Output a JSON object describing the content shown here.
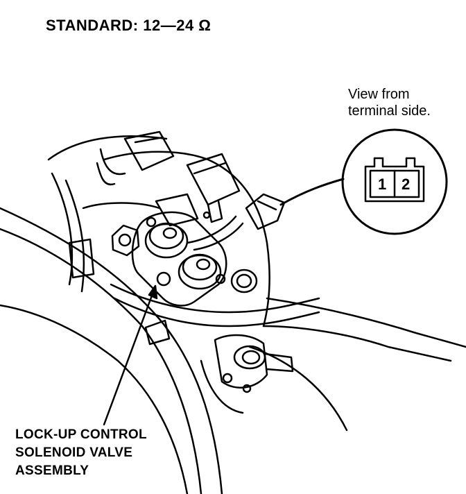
{
  "header": {
    "standard": "STANDARD: 12—24 Ω"
  },
  "view_note": {
    "line1": "View from",
    "line2": "terminal side."
  },
  "connector": {
    "pin1": "1",
    "pin2": "2"
  },
  "callout": {
    "line1": "LOCK-UP CONTROL",
    "line2": "SOLENOID VALVE",
    "line3": "ASSEMBLY"
  }
}
